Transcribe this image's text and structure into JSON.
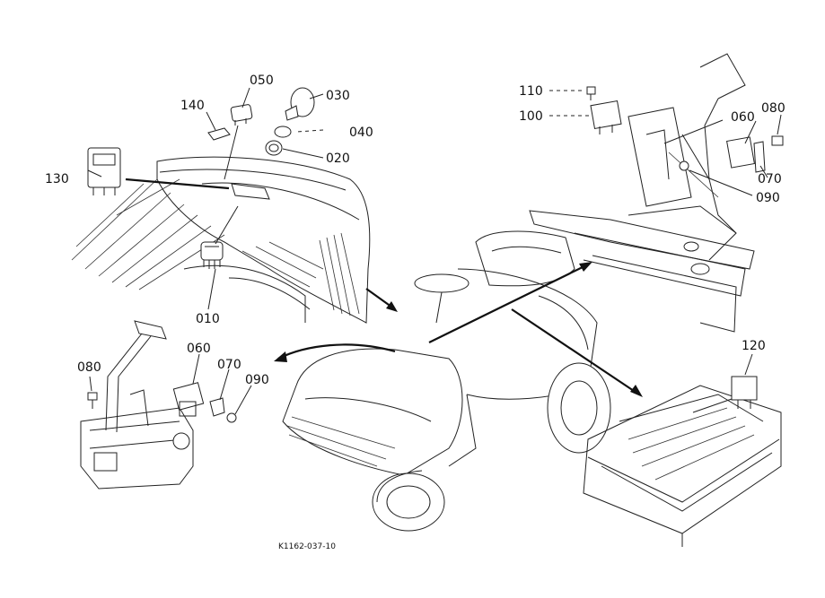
{
  "part_labels": {
    "p010": "010",
    "p020": "020",
    "p030": "030",
    "p040": "040",
    "p050": "050",
    "p060a": "060",
    "p060b": "060",
    "p070a": "070",
    "p070b": "070",
    "p080a": "080",
    "p080b": "080",
    "p090a": "090",
    "p090b": "090",
    "p100": "100",
    "p110": "110",
    "p120": "120",
    "p130": "130",
    "p140": "140"
  },
  "figure_code": "K1162-037-10"
}
